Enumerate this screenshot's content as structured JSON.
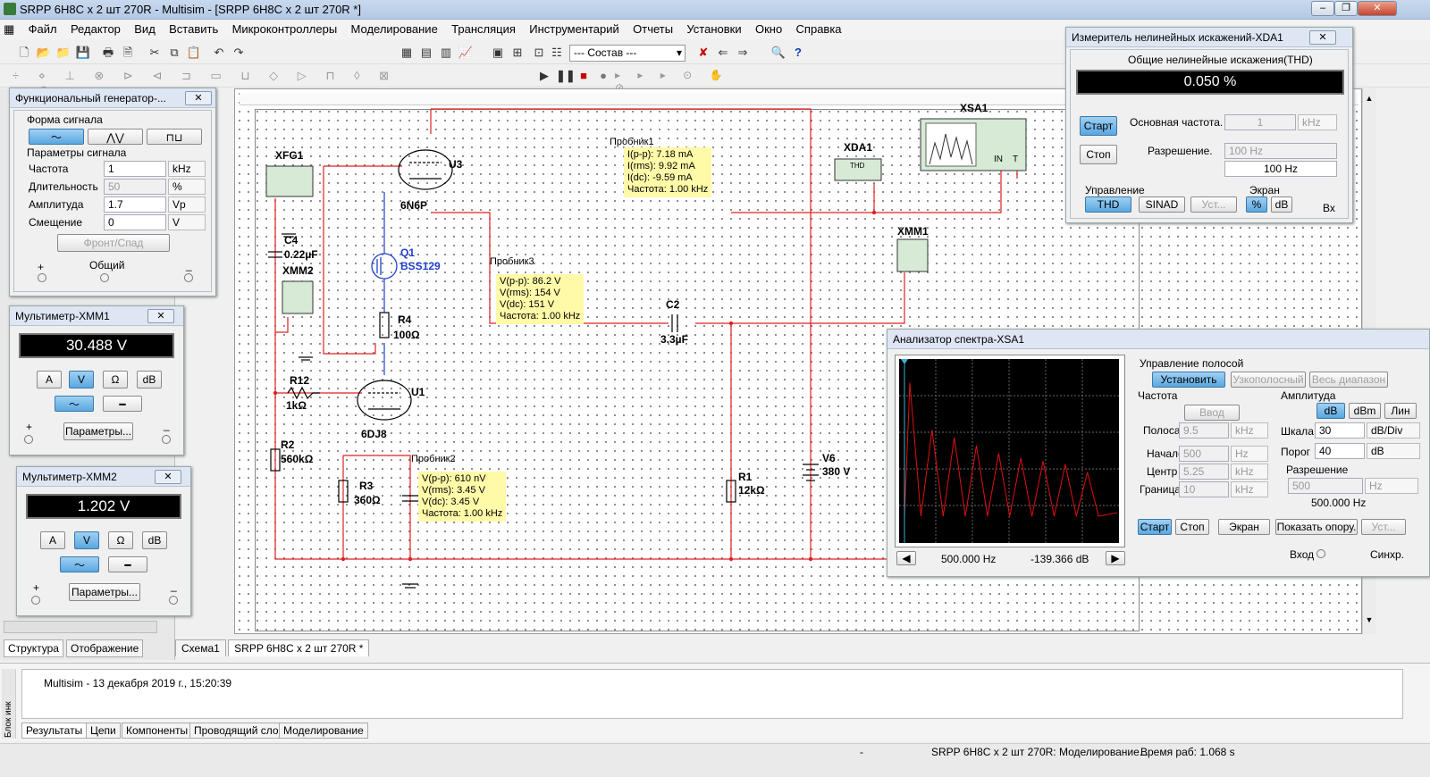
{
  "app": {
    "title": "SRPP 6Н8С x 2 шт 270R - Multisim - [SRPP 6Н8С x 2 шт 270R *]"
  },
  "menu": [
    "Файл",
    "Редактор",
    "Вид",
    "Вставить",
    "Микроконтроллеры",
    "Моделирование",
    "Трансляция",
    "Инструментарий",
    "Отчеты",
    "Установки",
    "Окно",
    "Справка"
  ],
  "toolbar": {
    "select_value": "--- Состав ---"
  },
  "func_gen": {
    "title": "Функциональный генератор-...",
    "waveform_label": "Форма сигнала",
    "params_label": "Параметры сигнала",
    "rows": [
      {
        "label": "Частота",
        "value": "1",
        "unit": "kHz"
      },
      {
        "label": "Длительность",
        "value": "50",
        "unit": "%"
      },
      {
        "label": "Амплитуда",
        "value": "1.7",
        "unit": "Vp"
      },
      {
        "label": "Смещение",
        "value": "0",
        "unit": "V"
      }
    ],
    "edge_button": "Фронт/Спад",
    "plus": "+",
    "common": "Общий",
    "minus": "_"
  },
  "xmm1": {
    "title": "Мультиметр-XMM1",
    "reading": "30.488 V",
    "modes": [
      "A",
      "V",
      "Ω",
      "dB"
    ],
    "params_button": "Параметры...",
    "plus": "+",
    "minus": "_"
  },
  "xmm2": {
    "title": "Мультиметр-XMM2",
    "reading": "1.202 V",
    "modes": [
      "A",
      "V",
      "Ω",
      "dB"
    ],
    "params_button": "Параметры...",
    "plus": "+",
    "minus": "_"
  },
  "thd": {
    "title": "Измеритель нелинейных искажений-XDA1",
    "header": "Общие нелинейные искажения(THD)",
    "reading": "0.050 %",
    "start": "Старт",
    "stop": "Стоп",
    "fund_label": "Основная частота.",
    "fund_value": "1",
    "fund_unit": "kHz",
    "res_label": "Разрешение.",
    "res_value": "100 Hz",
    "res_display": "100 Hz",
    "control_label": "Управление",
    "screen_label": "Экран",
    "btn_thd": "THD",
    "btn_sinad": "SINAD",
    "btn_set": "Уст...",
    "btn_pct": "%",
    "btn_db": "dB",
    "input_label": "Вх"
  },
  "spectrum": {
    "title": "Анализатор спектра-XSA1",
    "band_label": "Управление полосой",
    "btn_set": "Установить",
    "btn_narrow": "Узкополосный",
    "btn_full": "Весь диапазон",
    "freq_label": "Частота",
    "btn_enter": "Ввод",
    "freq_rows": [
      {
        "label": "Полоса",
        "value": "9.5",
        "unit": "kHz"
      },
      {
        "label": "Начало",
        "value": "500",
        "unit": "Hz"
      },
      {
        "label": "Центр",
        "value": "5.25",
        "unit": "kHz"
      },
      {
        "label": "Граница",
        "value": "10",
        "unit": "kHz"
      }
    ],
    "amp_label": "Амплитуда",
    "amp_btns": [
      "dB",
      "dBm",
      "Лин"
    ],
    "scale_label": "Шкала",
    "scale_value": "30",
    "scale_unit": "dB/Div",
    "thr_label": "Порог",
    "thr_value": "40",
    "thr_unit": "dB",
    "res_label": "Разрешение",
    "res_value": "500",
    "res_unit": "Hz",
    "res_display": "500.000  Hz",
    "cursor_freq": "500.000  Hz",
    "cursor_db": "-139.366  dB",
    "btn_start": "Старт",
    "btn_stop": "Стоп",
    "btn_screen": "Экран",
    "btn_ref": "Показать опору.",
    "btn_ust": "Уст...",
    "input_label": "Вход",
    "sync_label": "Синхр.",
    "spectrum_peaks": [
      0.85,
      0.55,
      0.5,
      0.45,
      0.4,
      0.37,
      0.35,
      0.33,
      0.28
    ]
  },
  "schematic": {
    "components": {
      "xfg1": "XFG1",
      "c4": "C4",
      "c4v": "0.22µF",
      "xmm2": "XMM2",
      "u3": "U3",
      "u3t": "6N6P",
      "q1": "Q1",
      "q1t": "BSS129",
      "r4": "R4",
      "r4v": "100Ω",
      "r12": "R12",
      "r12v": "1kΩ",
      "u1": "U1",
      "u1t": "6DJ8",
      "r2": "R2",
      "r2v": "560kΩ",
      "r3": "R3",
      "r3v": "360Ω",
      "c2": "C2",
      "c2v": "3.3µF",
      "r1": "R1",
      "r1v": "12kΩ",
      "v6": "V6",
      "v6v": "380 V",
      "xda1": "XDA1",
      "xsa1": "XSA1",
      "xmm1": "XMM1",
      "thd": "THD",
      "in": "IN",
      "t": "T"
    },
    "probe1": {
      "name": "Пробник1",
      "lines": [
        "I(p-p): 7.18 mA",
        "I(rms): 9.92 mA",
        "I(dc): -9.59 mA",
        "Частота: 1.00 kHz"
      ]
    },
    "probe3": {
      "name": "Пробник3",
      "lines": [
        "V(p-p): 86.2 V",
        "V(rms): 154 V",
        "V(dc): 151 V",
        "Частота: 1.00 kHz"
      ]
    },
    "probe2": {
      "name": "Пробник2",
      "lines": [
        "V(p-p): 610 nV",
        "V(rms): 3.45 V",
        "V(dc): 3.45 V",
        "Частота: 1.00 kHz"
      ]
    }
  },
  "left_tabs": [
    "Структура",
    "Отображение"
  ],
  "doc_tabs": [
    "Схема1",
    "SRPP 6Н8С x 2 шт 270R *"
  ],
  "log": {
    "text": "Multisim  -  13 декабря 2019 г., 15:20:39",
    "side_label": "Блок инк"
  },
  "bottom_tabs": [
    "Результаты",
    "Цепи",
    "Компоненты",
    "Проводящий слой",
    "Моделирование"
  ],
  "statusbar": {
    "dash": "-",
    "doc": "SRPP 6Н8С x 2 шт 270R: Моделирование...",
    "time": "Время раб: 1.068 s"
  }
}
